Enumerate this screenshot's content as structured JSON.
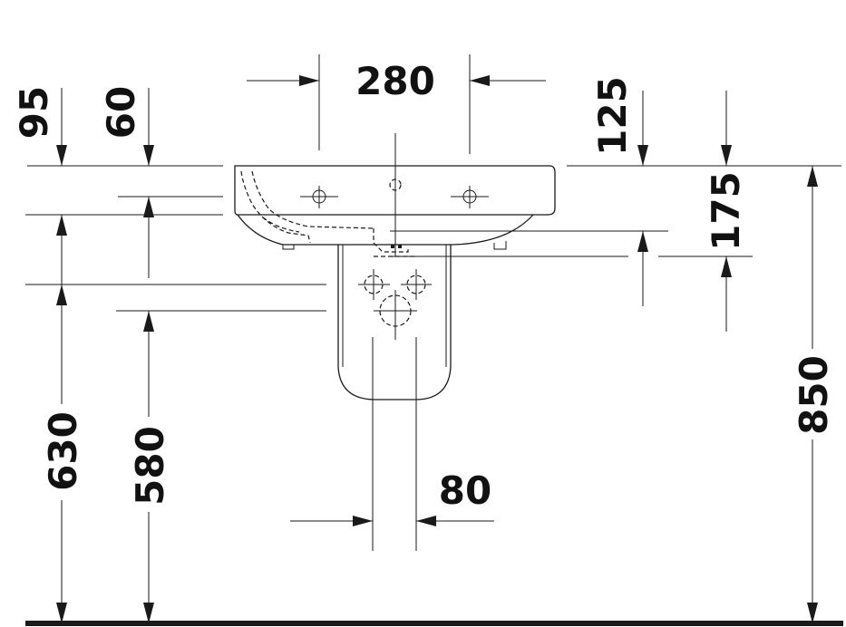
{
  "dimensions": {
    "width_top": "280",
    "left_95": "95",
    "left_60": "60",
    "right_125": "125",
    "right_175": "175",
    "left_630": "630",
    "left_580": "580",
    "pipe_80": "80",
    "height_850": "850"
  }
}
